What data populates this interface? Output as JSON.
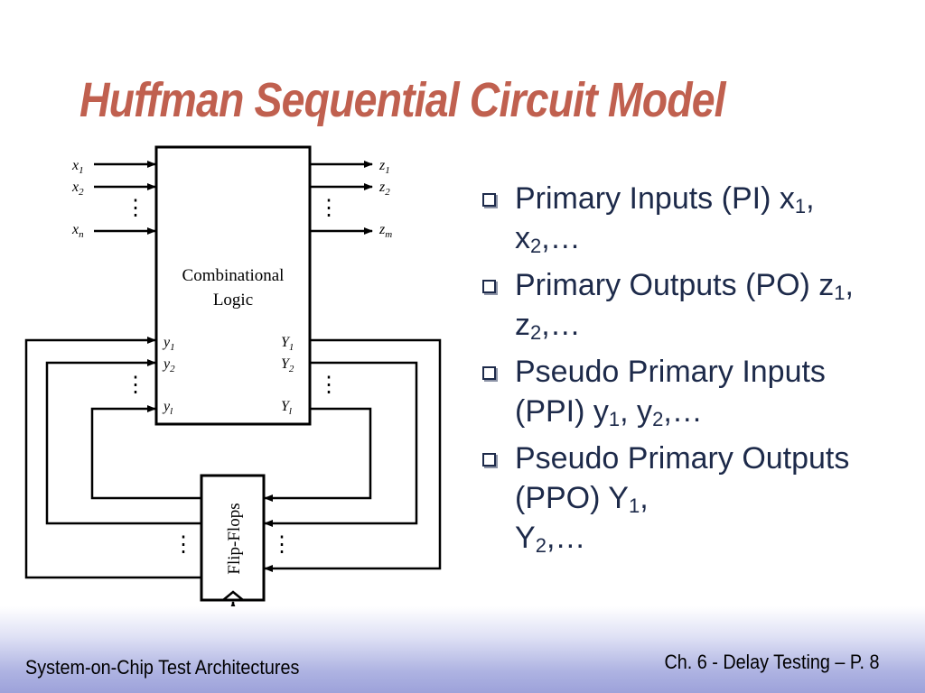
{
  "slide": {
    "title": "Huffman Sequential Circuit Model",
    "footer_left": "System-on-Chip Test Architectures",
    "footer_right": "Ch. 6 - Delay Testing – P. 8"
  },
  "diagram": {
    "comb_logic_line1": "Combinational",
    "comb_logic_line2": "Logic",
    "flipflops": "Flip-Flops",
    "clock": "clock",
    "dots": "⋮",
    "inputs": [
      {
        "base": "x",
        "sub": "1"
      },
      {
        "base": "x",
        "sub": "2"
      },
      {
        "base": "x",
        "sub": "n"
      }
    ],
    "outputs": [
      {
        "base": "z",
        "sub": "1"
      },
      {
        "base": "z",
        "sub": "2"
      },
      {
        "base": "z",
        "sub": "m"
      }
    ],
    "state_in": [
      {
        "base": "y",
        "sub": "1"
      },
      {
        "base": "y",
        "sub": "2"
      },
      {
        "base": "y",
        "sub": "l"
      }
    ],
    "state_out": [
      {
        "base": "Y",
        "sub": "1"
      },
      {
        "base": "Y",
        "sub": "2"
      },
      {
        "base": "Y",
        "sub": "l"
      }
    ]
  },
  "bullets": [
    {
      "text": "Primary Inputs (PI) x",
      "s1": "1",
      "mid": ", x",
      "s2": "2",
      "end": ",…"
    },
    {
      "text": "Primary Outputs (PO) z",
      "s1": "1",
      "mid": ", z",
      "s2": "2",
      "end": ",…"
    },
    {
      "text": " Pseudo Primary Inputs (PPI) y",
      "s1": "1",
      "mid": ", y",
      "s2": "2",
      "end": ",…"
    },
    {
      "text": "Pseudo Primary Outputs (PPO) Y",
      "s1": "1",
      "mid": ",\nY",
      "s2": "2",
      "end": ",…"
    }
  ],
  "colors": {
    "title": "#c0604f",
    "bullet_text": "#1d2a4a",
    "footer_band": "#9da2da"
  }
}
